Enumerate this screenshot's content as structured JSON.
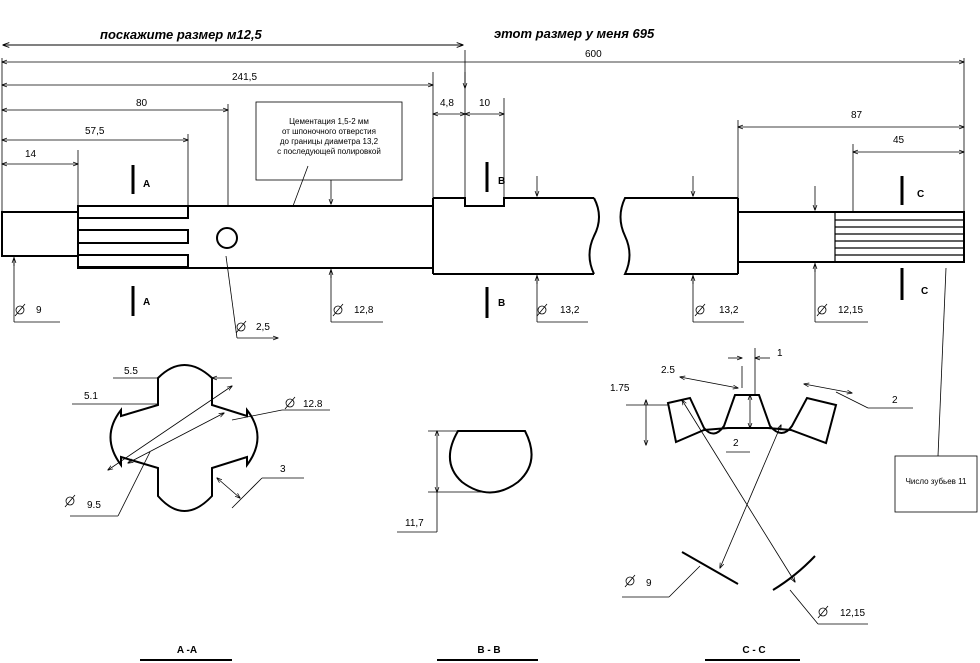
{
  "annotations": {
    "top_left_note": "поскажите размер м12,5",
    "top_right_note": "этот размер у меня 695"
  },
  "dimensions": {
    "total_length": "600",
    "len_241_5": "241,5",
    "len_80": "80",
    "len_57_5": "57,5",
    "len_14": "14",
    "len_4_8": "4,8",
    "len_10": "10",
    "len_87": "87",
    "len_45": "45",
    "dia_9": "9",
    "dia_2_5": "2,5",
    "dia_12_8": "12,8",
    "dia_13_2_a": "13,2",
    "dia_13_2_b": "13,2",
    "dia_12_15": "12,15"
  },
  "note_box": {
    "lines": [
      "Цементация 1,5-2 мм",
      "от шпоночного отверстия",
      "до границы диаметра 13,2",
      "с последующей полировкой"
    ]
  },
  "section_marks": {
    "a": "A",
    "b": "B",
    "c": "C"
  },
  "section_aa": {
    "title": "A -A",
    "d55": "5.5",
    "d51": "5.1",
    "d128": "12.8",
    "d3": "3",
    "d95": "9.5"
  },
  "section_bb": {
    "title": "B - B",
    "d117": "11,7"
  },
  "section_cc": {
    "title": "C - C",
    "d1": "1",
    "d25": "2.5",
    "d175": "1.75",
    "d2a": "2",
    "d2b": "2",
    "d9": "9",
    "d1215": "12,15",
    "teeth_note": "Число зубьев 11"
  }
}
